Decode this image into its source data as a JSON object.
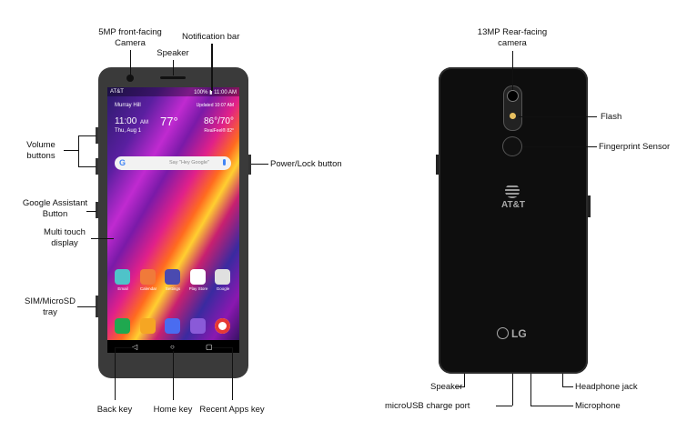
{
  "front_labels": {
    "camera": "5MP front-facing Camera",
    "speaker": "Speaker",
    "notification": "Notification bar",
    "volume": "Volume buttons",
    "power": "Power/Lock button",
    "assistant": "Google Assistant Button",
    "display": "Multi touch display",
    "sim": "SIM/MicroSD tray",
    "back": "Back key",
    "home": "Home key",
    "recent": "Recent Apps key"
  },
  "back_labels": {
    "camera": "13MP Rear-facing camera",
    "flash": "Flash",
    "fingerprint": "Fingerprint Sensor",
    "speaker": "Speaker",
    "usb": "microUSB charge port",
    "headphone": "Headphone jack",
    "microphone": "Microphone"
  },
  "back_logos": {
    "carrier": "AT&T",
    "brand": "LG"
  },
  "screen": {
    "carrier": "AT&T",
    "status": "100% ▮ 11:00 AM",
    "location": "Murray Hill",
    "updated": "Updated 10:07 AM",
    "time": "11:00",
    "ampm": "AM",
    "date": "Thu, Aug 1",
    "temp": "77°",
    "hilo": "86°/70°",
    "feels": "RealFeel® 82°",
    "search_placeholder": "Say \"Hey Google\"",
    "apps": [
      {
        "label": "Email",
        "color": "#4fc3c9"
      },
      {
        "label": "Calendar",
        "color": "#f07a3a"
      },
      {
        "label": "Settings",
        "color": "#4a4ab0"
      },
      {
        "label": "Play Store",
        "color": "#ffffff"
      },
      {
        "label": "Google",
        "color": "#e0e0e0"
      }
    ],
    "dock": [
      {
        "name": "phone",
        "color": "#1fa84f"
      },
      {
        "name": "messages",
        "color": "#f5a623"
      },
      {
        "name": "camera",
        "color": "#4a6cf0"
      },
      {
        "name": "gallery",
        "color": "#8a5ad8"
      },
      {
        "name": "chrome",
        "color": "#ffffff"
      }
    ],
    "nav": [
      "◁",
      "○",
      "▢"
    ]
  }
}
